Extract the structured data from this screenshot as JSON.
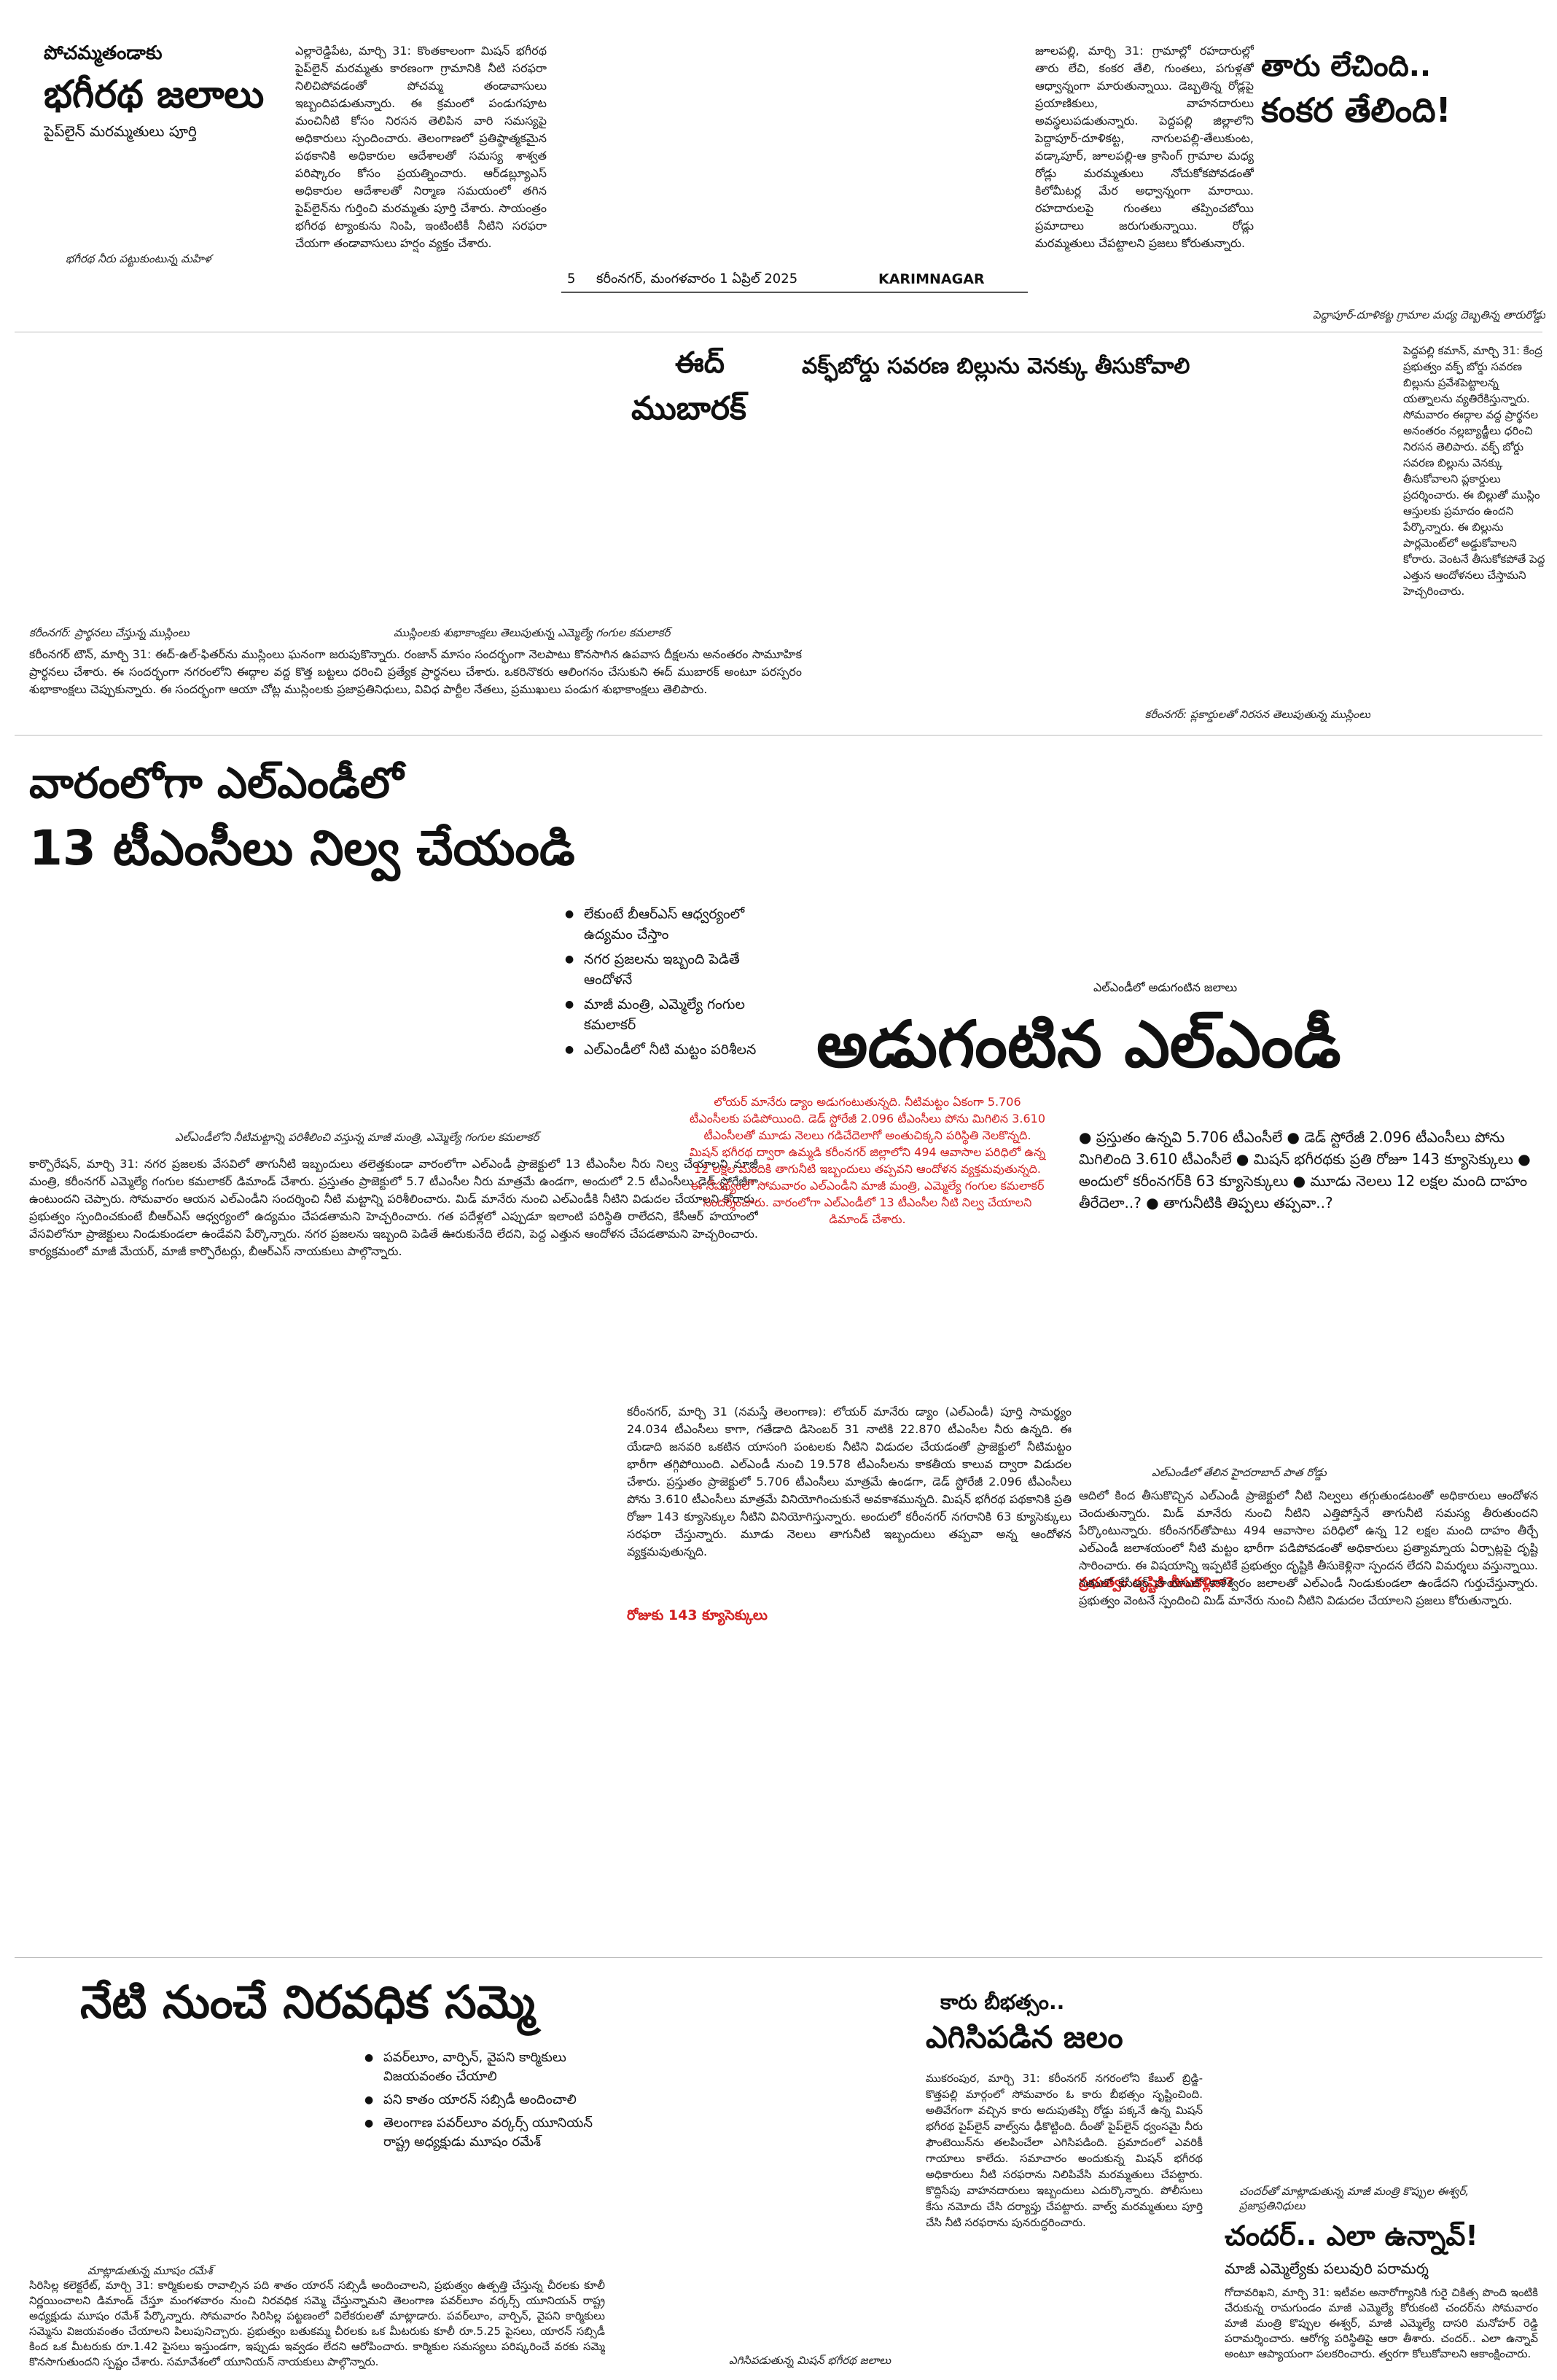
{
  "folio": {
    "page_no": "5",
    "dateline": "కరీంనగర్, మంగళవారం 1 ఏప్రిల్ 2025",
    "edition": "KARIMNAGAR"
  },
  "story1": {
    "kicker": "పోచమ్మతండాకు",
    "headline": "భగీరథ జలాలు",
    "subhead": "పైప్‌లైన్ మరమ్మతులు పూర్తి",
    "caption": "భగీరథ నీరు పట్టుకుంటున్న మహిళ",
    "body": "ఎల్లారెడ్డిపేట, మార్చి 31: కొంతకాలంగా మిషన్ భగీరథ పైప్‌లైన్ మరమ్మతు కారణంగా గ్రామానికి నీటి సరఫరా నిలిచిపోవడంతో పోచమ్మ తండావాసులు ఇబ్బందిపడుతున్నారు. ఈ క్రమంలో పండుగపూట మంచినీటి కోసం నిరసన తెలిపిన వారి సమస్యపై అధికారులు స్పందించారు. తెలంగాణలో ప్రతిష్ఠాత్మకమైన పథకానికి అధికారుల ఆదేశాలతో సమస్య శాశ్వత పరిష్కారం కోసం ప్రయత్నించారు. ఆర్‌డబ్ల్యూఎస్ అధికారుల ఆదేశాలతో నిర్మాణ సమయంలో తగిన పైప్‌లైన్‌ను గుర్తించి మరమ్మతు పూర్తి చేశారు. సాయంత్రం భగీరథ ట్యాంకును నింపి, ఇంటింటికీ నీటిని సరఫరా చేయగా తండావాసులు హర్షం వ్యక్తం చేశారు."
  },
  "story2": {
    "headline_line1": "తారు లేచింది..",
    "headline_line2": "కంకర తేలింది!",
    "caption": "పెద్దాపూర్-దూళికట్ట గ్రామాల మధ్య దెబ్బతిన్న తారురోడ్డు",
    "body": "జూలపల్లి, మార్చి 31: గ్రామాల్లో రహదారుల్లో తారు లేచి, కంకర తేలి, గుంతలు, పగుళ్లతో ఆధ్వాన్నంగా మారుతున్నాయి. డెబ్బతిన్న రోడ్లపై ప్రయాణికులు, వాహనదారులు అవస్థలుపడుతున్నారు. పెద్దపల్లి జిల్లాలోని పెద్దాపూర్-దూళికట్ట, నాగులపల్లి-తేలుకుంట, వడ్కాపూర్, జూలపల్లి-ఆ క్రాసింగ్ గ్రామాల మధ్య రోడ్లు మరమ్మతులు నోచుకోకపోవడంతో కిలోమీటర్ల మేర అధ్వాన్నంగా మారాయి. రహదారులపై గుంతలు తప్పించబోయి ప్రమాదాలు జరుగుతున్నాయి. రోడ్లు మరమ్మతులు చేపట్టాలని ప్రజలు కోరుతున్నారు."
  },
  "story3": {
    "title_line1": "ఈద్",
    "title_line2": "ముబారక్",
    "headline": "వక్ఫ్‌బోర్డు సవరణ బిల్లును వెనక్కు తీసుకోవాలి",
    "caption_left": "కరీంనగర్: ప్రార్థనలు చేస్తున్న ముస్లింలు",
    "caption_mid": "ముస్లింలకు శుభాకాంక్షలు తెలుపుతున్న ఎమ్మెల్యే గంగుల కమలాకర్",
    "caption_right": "కరీంనగర్: ప్లకార్డులతో నిరసన తెలుపుతున్న ముస్లింలు",
    "body": "కరీంనగర్ టౌన్, మార్చి 31: ఈద్-ఉల్-ఫితర్‌ను ముస్లింలు ఘనంగా జరుపుకొన్నారు. రంజాన్ మాసం సందర్భంగా నెలపాటు కొనసాగిన ఉపవాస దీక్షలను అనంతరం సామూహిక ప్రార్థనలు చేశారు. ఈ సందర్భంగా నగరంలోని ఈద్గాల వద్ద కొత్త బట్టలు ధరించి ప్రత్యేక ప్రార్థనలు చేశారు. ఒకరినొకరు ఆలింగనం చేసుకుని ఈద్ ముబారక్ అంటూ పరస్పరం శుభాకాంక్షలు చెప్పుకున్నారు. ఈ సందర్భంగా ఆయా చోట్ల ముస్లింలకు ప్రజాప్రతినిధులు, వివిధ పార్టీల నేతలు, ప్రముఖులు పండుగ శుభాకాంక్షలు తెలిపారు.",
    "side_body": "పెద్దపల్లి కమాన్, మార్చి 31: కేంద్ర ప్రభుత్వం వక్ఫ్ బోర్డు సవరణ బిల్లును ప్రవేశపెట్టాలన్న యత్నాలను వ్యతిరేకిస్తున్నారు. సోమవారం ఈద్గాల వద్ద ప్రార్థనల అనంతరం నల్లబ్యాడ్జీలు ధరించి నిరసన తెలిపారు. వక్ఫ్ బోర్డు సవరణ బిల్లును వెనక్కు తీసుకోవాలని ప్లకార్డులు ప్రదర్శించారు. ఈ బిల్లుతో ముస్లిం ఆస్తులకు ప్రమాదం ఉందని పేర్కొన్నారు. ఈ బిల్లును పార్లమెంట్‌లో అడ్డుకోవాలని కోరారు. వెంటనే తీసుకోకపోతే పెద్ద ఎత్తున ఆందోళనలు చేస్తామని హెచ్చరించారు."
  },
  "story4": {
    "headline_line1": "వారంలోగా ఎల్ఎండీలో",
    "headline_line2": "13 టీఎంసీలు నిల్వ చేయండి",
    "bullets": [
      "లేకుంటే బీఆర్ఎస్ ఆధ్వర్యంలో ఉద్యమం చేస్తాం",
      "నగర ప్రజలను ఇబ్బంది పెడితే ఆందోళనే",
      "మాజీ మంత్రి, ఎమ్మెల్యే గంగుల కమలాకర్",
      "ఎల్ఎండీలో నీటి మట్టం పరిశీలన"
    ],
    "caption": "ఎల్ఎండీలోని నీటిమట్టాన్ని పరిశీలించి వస్తున్న మాజీ మంత్రి, ఎమ్మెల్యే గంగుల కమలాకర్",
    "body": "కార్పొరేషన్, మార్చి 31: నగర ప్రజలకు వేసవిలో తాగునీటి ఇబ్బందులు తలెత్తకుండా వారంలోగా ఎల్ఎండీ ప్రాజెక్టులో 13 టీఎంసీల నీరు నిల్వ చేయాలని మాజీ మంత్రి, కరీంనగర్ ఎమ్మెల్యే గంగుల కమలాకర్ డిమాండ్ చేశారు. ప్రస్తుతం ప్రాజెక్టులో 5.7 టీఎంసీల నీరు మాత్రమే ఉండగా, అందులో 2.5 టీఎంసీలు డెడ్ స్టోరేజీగా ఉంటుందని చెప్పారు. సోమవారం ఆయన ఎల్ఎండీని సందర్శించి నీటి మట్టాన్ని పరిశీలించారు. మిడ్ మానేరు నుంచి ఎల్ఎండీకి నీటిని విడుదల చేయాలని కోరారు. ప్రభుత్వం స్పందించకుంటే బీఆర్ఎస్ ఆధ్వర్యంలో ఉద్యమం చేపడతామని హెచ్చరించారు. గత పదేళ్లలో ఎప్పుడూ ఇలాంటి పరిస్థితి రాలేదని, కేసీఆర్ హయాంలో వేసవిలోనూ ప్రాజెక్టులు నిండుకుండలా ఉండేవని పేర్కొన్నారు. నగర ప్రజలను ఇబ్బంది పెడితే ఊరుకునేది లేదని, పెద్ద ఎత్తున ఆందోళన చేపడతామని హెచ్చరించారు. కార్యక్రమంలో మాజీ మేయర్, మాజీ కార్పొరేటర్లు, బీఆర్ఎస్ నాయకులు పాల్గొన్నారు."
  },
  "story5": {
    "kicker": "ఎల్ఎండీలో అడుగంటిన జలాలు",
    "headline": "అడుగంటిన ఎల్ఎండీ",
    "intro_red": "లోయర్ మానేరు డ్యాం అడుగంటుతున్నది. నీటిమట్టం ఏకంగా 5.706 టీఎంసీలకు పడిపోయింది. డెడ్ స్టోరేజీ 2.096 టీఎంసీలు పోను మిగిలిన 3.610 టీఎంసీలతో మూడు నెలలు గడిచేదెలాగో అంతుచిక్కని పరిస్థితి నెలకొన్నది. మిషన్ భగీరథ ద్వారా ఉమ్మడి కరీంనగర్ జిల్లాలోని 494 ఆవాసాల పరిధిలో ఉన్న 12 లక్షల మందికి తాగునీటి ఇబ్బందులు తప్పవని ఆందోళన వ్యక్తమవుతున్నది. ఈ నేపథ్యంలో సోమవారం ఎల్ఎండీని మాజీ మంత్రి, ఎమ్మెల్యే గంగుల కమలాకర్ సందర్శించారు. వారంలోగా ఎల్ఎండీలో 13 టీఎంసీల నీటి నిల్వ చేయాలని డిమాండ్ చేశారు.",
    "bullets_text": "● ప్రస్తుతం ఉన్నవి 5.706 టీఎంసీలే ● డెడ్ స్టోరేజీ 2.096 టీఎంసీలు పోను మిగిలింది 3.610 టీఎంసీలే ● మిషన్ భగీరథకు ప్రతి రోజూ 143 క్యూసెక్కులు ● అందులో కరీంనగర్‌కి 63 క్యూసెక్కులు ● మూడు నెలలు 12 లక్షల మంది దాహం తీరేదెలా..? ● తాగునీటికి తిప్పలు తప్పవా..?",
    "subhead_red": "రోజుకు 143 క్యూసెక్కులు",
    "body": "కరీంనగర్, మార్చి 31 (నమస్తే తెలంగాణ): లోయర్ మానేరు డ్యాం (ఎల్ఎండీ) పూర్తి సామర్థ్యం 24.034 టీఎంసీలు కాగా, గతేడాది డిసెంబర్ 31 నాటికి 22.870 టీఎంసీల నీరు ఉన్నది. ఈ యేడాది జనవరి ఒకటిన యాసంగి పంటలకు నీటిని విడుదల చేయడంతో ప్రాజెక్టులో నీటిమట్టం భారీగా తగ్గిపోయింది. ఎల్ఎండీ నుంచి 19.578 టీఎంసీలను కాకతీయ కాలువ ద్వారా విడుదల చేశారు. ప్రస్తుతం ప్రాజెక్టులో 5.706 టీఎంసీలు మాత్రమే ఉండగా, డెడ్ స్టోరేజీ 2.096 టీఎంసీలు పోను 3.610 టీఎంసీలు మాత్రమే వినియోగించుకునే అవకాశమున్నది. మిషన్ భగీరథ పథకానికి ప్రతి రోజూ 143 క్యూసెక్కుల నీటిని వినియోగిస్తున్నారు. అందులో కరీంనగర్ నగరానికి 63 క్యూసెక్కులు సరఫరా చేస్తున్నారు. మూడు నెలలు తాగునీటి ఇబ్బందులు తప్పవా అన్న ఆందోళన వ్యక్తమవుతున్నది.",
    "caption2": "ఎల్ఎండీలో తేలిన హైదరాబాద్ పాత రోడ్డు",
    "subhead2_red": "ప్రభుత్వం దృష్టికి తీసుకెళ్లినా?",
    "body2": "ఆదిలో కింద తీసుకొచ్చిన ఎల్ఎండీ ప్రాజెక్టులో నీటి నిల్వలు తగ్గుతుండటంతో అధికారులు ఆందోళన చెందుతున్నారు. మిడ్ మానేరు నుంచి నీటిని ఎత్తిపోస్తేనే తాగునీటి సమస్య తీరుతుందని పేర్కొంటున్నారు. కరీంనగర్‌తోపాటు 494 ఆవాసాల పరిధిలో ఉన్న 12 లక్షల మంది దాహం తీర్చే ఎల్ఎండీ జలాశయంలో నీటి మట్టం భారీగా పడిపోవడంతో అధికారులు ప్రత్యామ్నాయ ఏర్పాట్లపై దృష్టి సారించారు. ఈ విషయాన్ని ఇప్పటికే ప్రభుత్వం దృష్టికి తీసుకెళ్లినా స్పందన లేదని విమర్శలు వస్తున్నాయి. గతంలో కేసీఆర్ హయాంలో కాళేశ్వరం జలాలతో ఎల్ఎండీ నిండుకుండలా ఉండేదని గుర్తుచేస్తున్నారు. ప్రభుత్వం వెంటనే స్పందించి మిడ్ మానేరు నుంచి నీటిని విడుదల చేయాలని ప్రజలు కోరుతున్నారు."
  },
  "story6": {
    "headline": "నేటి నుంచే నిరవధిక సమ్మె",
    "bullets": [
      "పవర్‌లూం, వార్పిన్, వైపని కార్మికులు విజయవంతం చేయాలి",
      "పని కాతం యారన్ సబ్సిడీ అందించాలి",
      "తెలంగాణ పవర్‌లూం వర్కర్స్ యూనియన్ రాష్ట్ర అధ్యక్షుడు మూషం రమేశ్"
    ],
    "caption": "మాట్లాడుతున్న మూషం రమేశ్",
    "body": "సిరిసిల్ల కలెక్టరేట్, మార్చి 31: కార్మికులకు రావాల్సిన పది శాతం యారన్ సబ్సిడీ అందించాలని, ప్రభుత్వం ఉత్పత్తి చేస్తున్న చీరలకు కూలీ నిర్ణయించాలని డిమాండ్ చేస్తూ మంగళవారం నుంచి నిరవధిక సమ్మె చేస్తున్నామని తెలంగాణ పవర్‌లూం వర్కర్స్ యూనియన్ రాష్ట్ర అధ్యక్షుడు మూషం రమేశ్ పేర్కొన్నారు. సోమవారం సిరిసిల్ల పట్టణంలో విలేకరులతో మాట్లాడారు. పవర్‌లూం, వార్పిన్, వైపని కార్మికులు సమ్మెను విజయవంతం చేయాలని పిలుపునిచ్చారు. ప్రభుత్వం బతుకమ్మ చీరలకు ఒక మీటరుకు కూలీ రూ.5.25 పైసలు, యారన్ సబ్సిడీ కింద ఒక మీటరుకు రూ.1.42 పైసలు ఇస్తుండగా, ఇప్పుడు ఇవ్వడం లేదని ఆరోపించారు. కార్మికుల సమస్యలు పరిష్కరించే వరకు సమ్మె కొనసాగుతుందని స్పష్టం చేశారు. సమావేశంలో యూనియన్ నాయకులు పాల్గొన్నారు."
  },
  "story7": {
    "headline_line1": "కారు బీభత్సం..",
    "headline_line2": "ఎగిసిపడిన జలం",
    "caption": "ఎగిసిపడుతున్న మిషన్ భగీరథ జలాలు",
    "body": "ముకరంపుర, మార్చి 31: కరీంనగర్ నగరంలోని కేబుల్ బ్రిడ్జి-కొత్తపల్లి మార్గంలో సోమవారం ఓ కారు బీభత్సం సృష్టించింది. అతివేగంగా వచ్చిన కారు అదుపుతప్పి రోడ్డు పక్కనే ఉన్న మిషన్ భగీరథ పైప్‌లైన్ వాల్వ్‌ను ఢీకొట్టింది. దీంతో పైప్‌లైన్ ధ్వంసమై నీరు ఫౌంటెయిన్‌ను తలపించేలా ఎగిసిపడింది. ప్రమాదంలో ఎవరికీ గాయాలు కాలేదు. సమాచారం అందుకున్న మిషన్ భగీరథ అధికారులు నీటి సరఫరాను నిలిపివేసి మరమ్మతులు చేపట్టారు. కొద్దిసేపు వాహనదారులు ఇబ్బందులు ఎదుర్కొన్నారు. పోలీసులు కేసు నమోదు చేసి దర్యాప్తు చేపట్టారు. వాల్వ్ మరమ్మతులు పూర్తి చేసి నీటి సరఫరాను పునరుద్ధరించారు."
  },
  "story8": {
    "caption": "చందర్‌తో మాట్లాడుతున్న మాజీ మంత్రి కొప్పుల ఈశ్వర్, ప్రజాప్రతినిధులు",
    "headline": "చందర్.. ఎలా ఉన్నావ్!",
    "subhead": "మాజీ ఎమ్మెల్యేకు పలువురి పరామర్శ",
    "body": "గోదావరిఖని, మార్చి 31: ఇటీవల అనారోగ్యానికి గురై చికిత్స పొంది ఇంటికి చేరుకున్న రామగుండం మాజీ ఎమ్మెల్యే కోరుకంటి చందర్‌ను సోమవారం మాజీ మంత్రి కొప్పుల ఈశ్వర్, మాజీ ఎమ్మెల్యే దాసరి మనోహర్ రెడ్డి పరామర్శించారు. ఆరోగ్య పరిస్థితిపై ఆరా తీశారు. చందర్.. ఎలా ఉన్నావ్ అంటూ ఆప్యాయంగా పలకరించారు. త్వరగా కోలుకోవాలని ఆకాంక్షించారు."
  }
}
